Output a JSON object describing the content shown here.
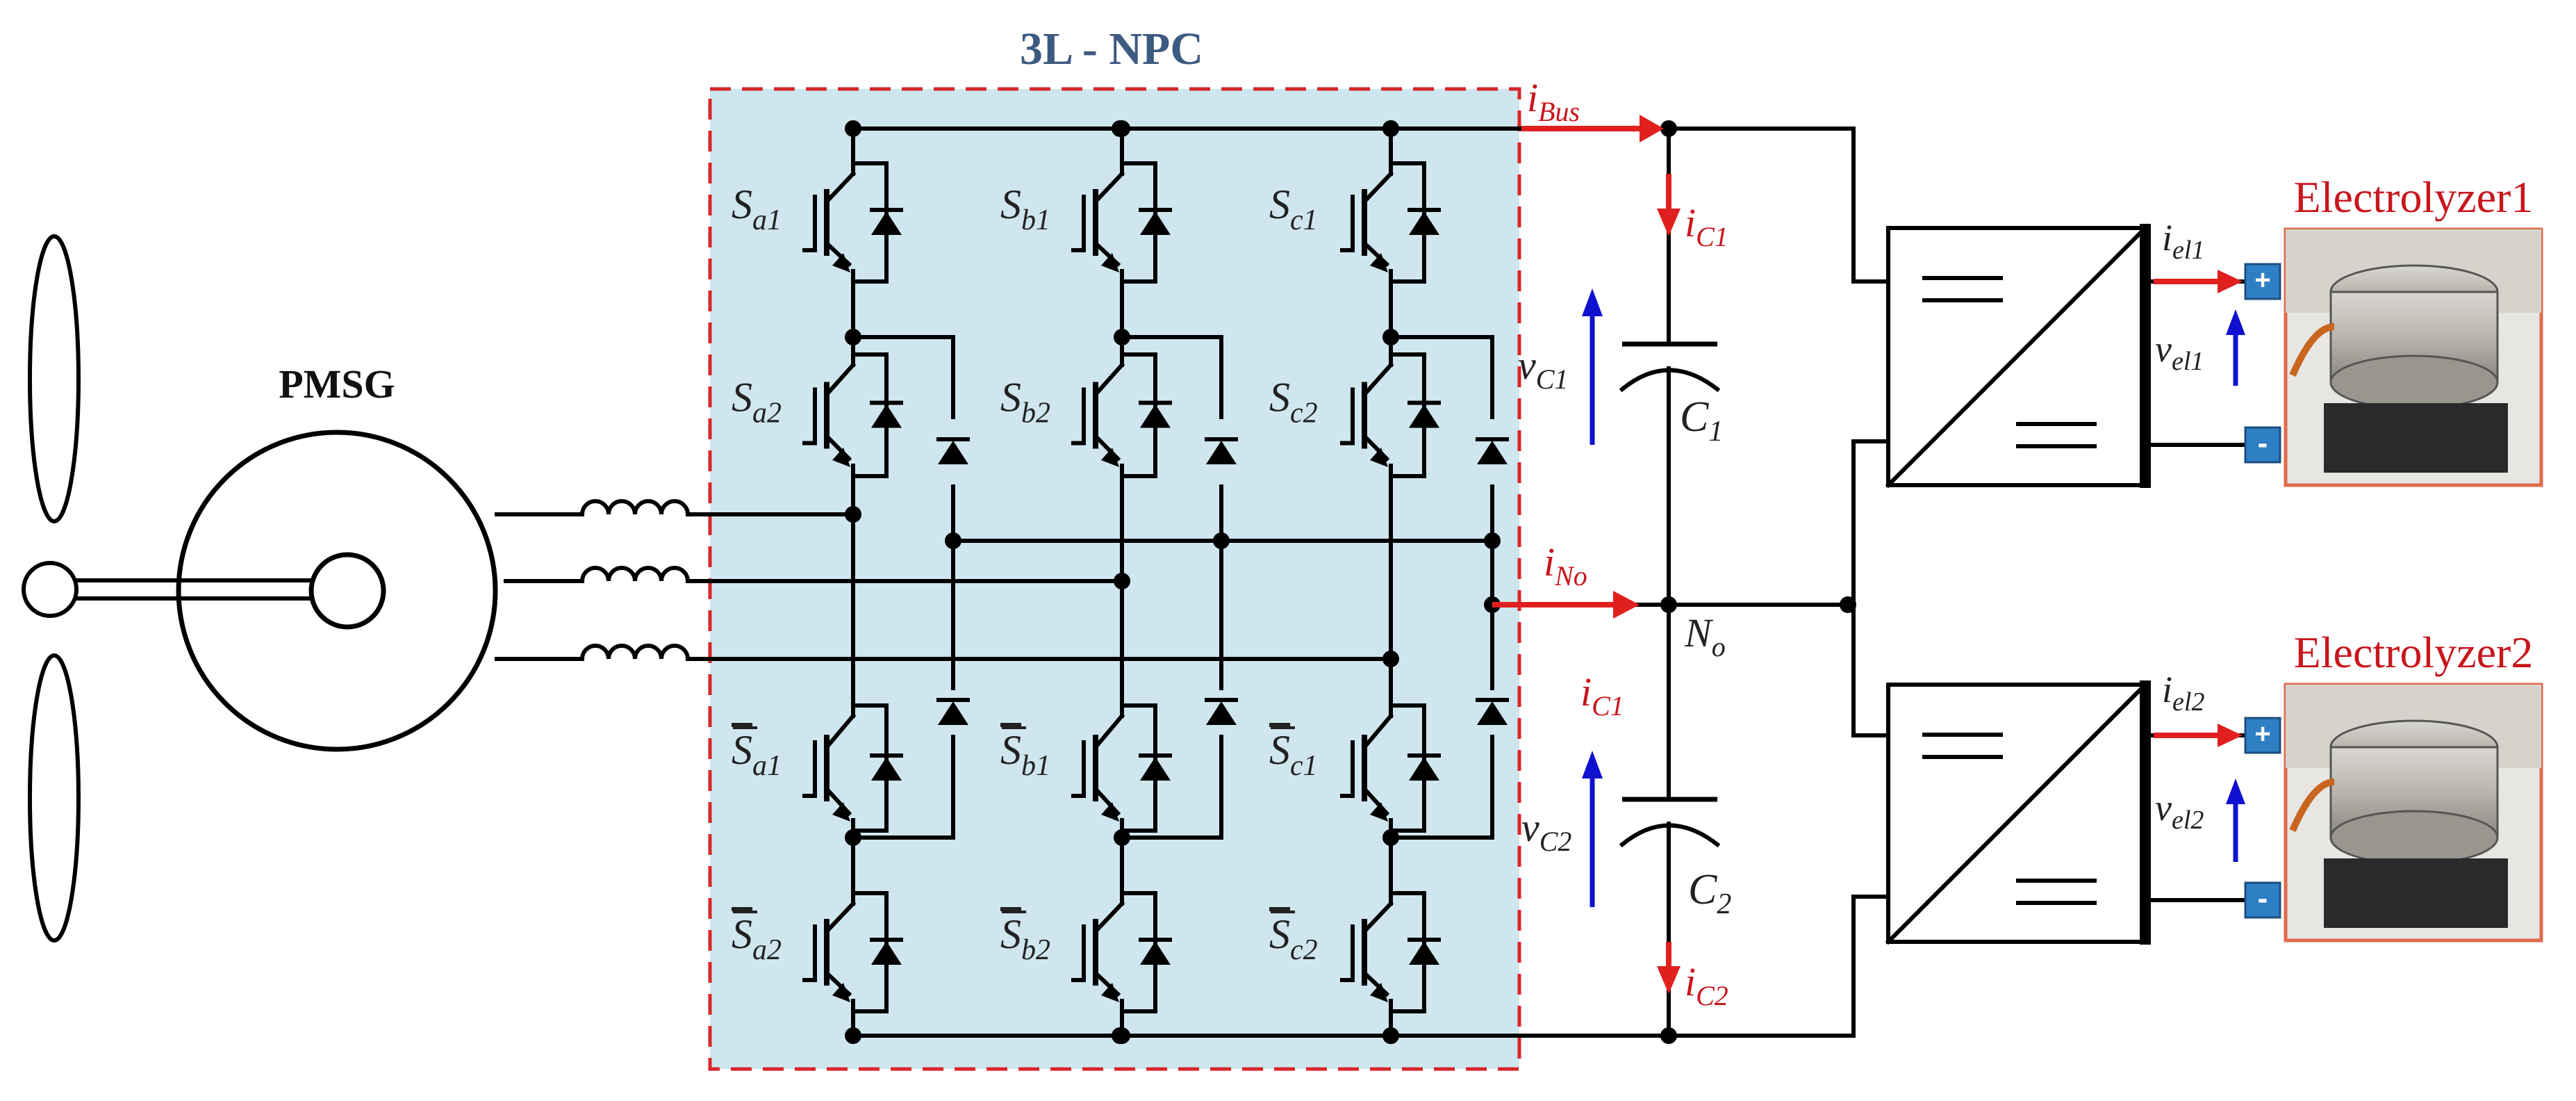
{
  "title": "3L - NPC",
  "generator": "PMSG",
  "electrolyzers": [
    "Electrolyzer1",
    "Electrolyzer2"
  ],
  "switches": {
    "upper_outer": [
      [
        "S",
        "a1"
      ],
      [
        "S",
        "b1"
      ],
      [
        "S",
        "c1"
      ]
    ],
    "upper_inner": [
      [
        "S",
        "a2"
      ],
      [
        "S",
        "b2"
      ],
      [
        "S",
        "c2"
      ]
    ],
    "lower_inner": [
      [
        "S",
        "a1"
      ],
      [
        "S",
        "b1"
      ],
      [
        "S",
        "c1"
      ]
    ],
    "lower_outer": [
      [
        "S",
        "a2"
      ],
      [
        "S",
        "b2"
      ],
      [
        "S",
        "c2"
      ]
    ]
  },
  "currents": {
    "bus": [
      "i",
      "Bus"
    ],
    "c1_top": [
      "i",
      "C1"
    ],
    "neutral": [
      "i",
      "No"
    ],
    "c1_mid": [
      "i",
      "C1"
    ],
    "c2": [
      "i",
      "C2"
    ],
    "el1": [
      "i",
      "el1"
    ],
    "el2": [
      "i",
      "el2"
    ]
  },
  "voltages": {
    "c1": [
      "v",
      "C1"
    ],
    "c2": [
      "v",
      "C2"
    ],
    "el1": [
      "v",
      "el1"
    ],
    "el2": [
      "v",
      "el2"
    ]
  },
  "capacitors": [
    [
      "C",
      "1"
    ],
    [
      "C",
      "2"
    ]
  ],
  "neutral_node": [
    "N",
    "o"
  ],
  "terminals": {
    "plus": "+",
    "minus": "-"
  },
  "colors": {
    "npc_fill": "#cfe6ee",
    "npc_border": "#d8262b",
    "current_arrow": "#e0201e",
    "voltage_arrow": "#1010d0",
    "terminal": "#2f7fc4"
  }
}
